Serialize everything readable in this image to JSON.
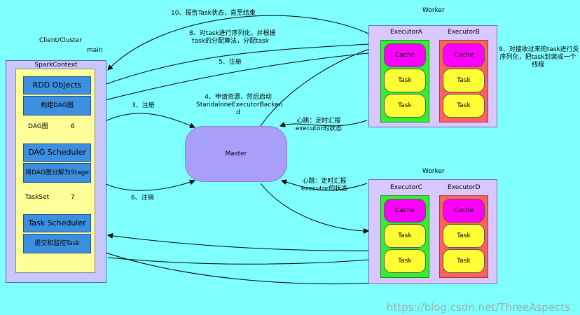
{
  "client": {
    "label": "Client/Cluster",
    "main_label": "main",
    "spark_context": "SparkContext",
    "rdd_objects": "RDD  Objects",
    "build_dag": "构建DAG图",
    "dag_scheduler": "DAG Scheduler",
    "split_stage": "将DAG图分解为Stage",
    "task_scheduler": "Task Scheduler",
    "submit_monitor": "提交和监控Task",
    "dag_graph_label": "DAG图",
    "step6_num": "6",
    "taskset_label": "TaskSet",
    "step7_num": "7"
  },
  "master": {
    "label": "Master"
  },
  "workers": [
    {
      "label": "Worker",
      "executors": [
        {
          "name": "ExecutorA",
          "items": [
            "Cache",
            "Task",
            "Task"
          ]
        },
        {
          "name": "ExecutorB",
          "items": [
            "Cache",
            "Task",
            "Task"
          ]
        }
      ]
    },
    {
      "label": "Worker",
      "executors": [
        {
          "name": "ExecutorC",
          "items": [
            "Cache",
            "Task",
            "Task"
          ]
        },
        {
          "name": "ExecutorD",
          "items": [
            "Cache",
            "Task",
            "Task"
          ]
        }
      ]
    }
  ],
  "arrows": {
    "step10": "10、报告Task状态，直至结束",
    "step8_line1": "8、对task进行序列化，并根据",
    "step8_line2": "task的分配算法，分配task",
    "step5": "5、注册",
    "step4_line1": "4、申请资源，然后启动",
    "step4_line2": "StandaloneExecutorBacken",
    "step4_line3": "d",
    "step3": "3、注册",
    "step6": "6、注销",
    "heartbeat1_line1": "心跳：定时汇报",
    "heartbeat1_line2": "executor的状态",
    "heartbeat2_line1": "心跳：定时汇报",
    "heartbeat2_line2": "executor的状态",
    "step9_line1": "9、对接收过来的task进行反",
    "step9_line2": "序列化，把task封装成一个",
    "step9_line3": "线程"
  },
  "watermark": "https://blog.csdn.net/ThreeAspects"
}
